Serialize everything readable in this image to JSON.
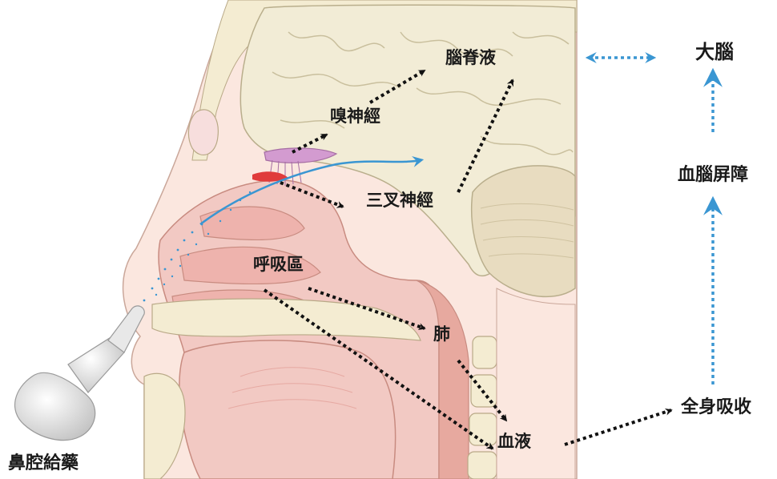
{
  "labels": {
    "brain": "大腦",
    "bbb": "血腦屏障",
    "systemic": "全身吸收",
    "csf": "腦脊液",
    "olfactory_nerve": "嗅神經",
    "trigeminal_nerve": "三叉神經",
    "respiratory_region": "呼吸區",
    "lung": "肺",
    "blood": "血液",
    "nasal_delivery": "鼻腔給藥"
  },
  "colors": {
    "arrow_black": "#111111",
    "arrow_blue": "#3a96d2",
    "brain": "#f2ecd6",
    "tissue_pink": "#f2c9c3",
    "skin": "#fbe7df",
    "bone": "#f4ecd2"
  },
  "icons": {
    "nasal_spray": "nasal-spray-icon"
  }
}
